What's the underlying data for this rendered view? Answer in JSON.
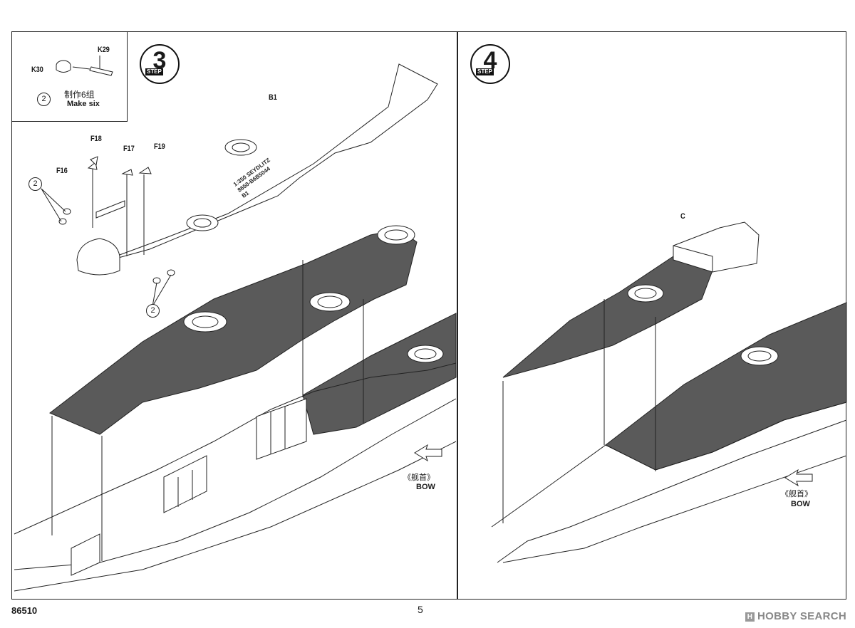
{
  "inset": {
    "k29": "K29",
    "k30": "K30",
    "qty_circle": "2",
    "cn_text": "制作6组",
    "en_text": "Make six"
  },
  "left_step": {
    "number": "3",
    "word": "STEP",
    "labels": {
      "b1": "B1",
      "f18": "F18",
      "f17": "F17",
      "f19": "F19",
      "f16": "F16",
      "circle_a": "2",
      "circle_b": "2"
    },
    "bow_cn": "《舰首》",
    "bow_en": "BOW"
  },
  "right_step": {
    "number": "4",
    "word": "STEP",
    "labels": {
      "c": "C"
    },
    "bow_cn": "《舰首》",
    "bow_en": "BOW"
  },
  "footer": {
    "code": "86510",
    "page": "5",
    "watermark": "HOBBY SEARCH",
    "watermark_mark": "H"
  },
  "colors": {
    "deck_fill": "#5a5a5a",
    "line": "#222222"
  }
}
